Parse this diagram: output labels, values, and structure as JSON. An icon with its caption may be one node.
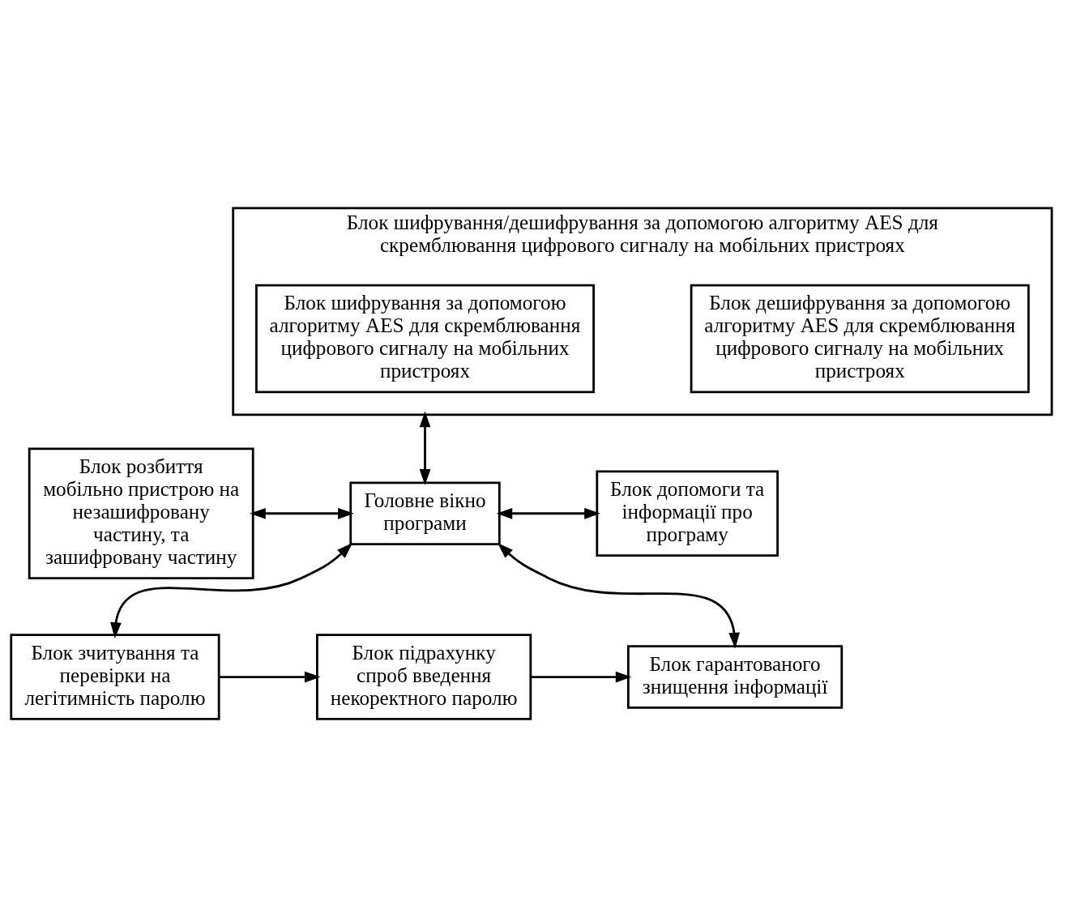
{
  "diagram": {
    "nodes": [
      {
        "text": [
          "Блок шифрування/дешифрування за допомогою алгоритму AES для скремблювання цифрового сигналу на мобільних пристроях"
        ]
      },
      {
        "text": [
          "Блок шифрування за допомогою алгоритму AES для скремблювання цифрового сигналу на мобільних пристроях"
        ],
        "in": 0
      },
      {
        "text": [
          "Блок дешифрування за допомогою алгоритму AES для скремблювання цифрового сигналу на мобільних пристроях"
        ],
        "in": 0
      },
      {
        "text": [
          "Блок розбиття мобільно пристрою на незашифровану частину, та зашифровану частину"
        ]
      },
      {
        "text": [
          "Головне вікно програми"
        ]
      },
      {
        "text": [
          "Блок допомоги та інформації про програму"
        ]
      },
      {
        "text": [
          "Блок зчитування та перевірки на легітимність паролю"
        ]
      },
      {
        "text": [
          "Блок підрахунку спроб введення некоректного паролю"
        ]
      },
      {
        "text": [
          "Блок гарантованого знищення інформації"
        ]
      }
    ],
    "edges": [
      {
        "from": 0,
        "to": 4,
        "arrow": "both"
      },
      {
        "from": 3,
        "to": 4,
        "arrow": "both"
      },
      {
        "from": 4,
        "to": 5,
        "arrow": "both"
      },
      {
        "from": 4,
        "to": 6,
        "arrow": "both"
      },
      {
        "from": 4,
        "to": 8,
        "arrow": "both"
      },
      {
        "from": 6,
        "to": 7,
        "arrow": "to"
      },
      {
        "from": 7,
        "to": 8,
        "arrow": "to"
      }
    ]
  }
}
